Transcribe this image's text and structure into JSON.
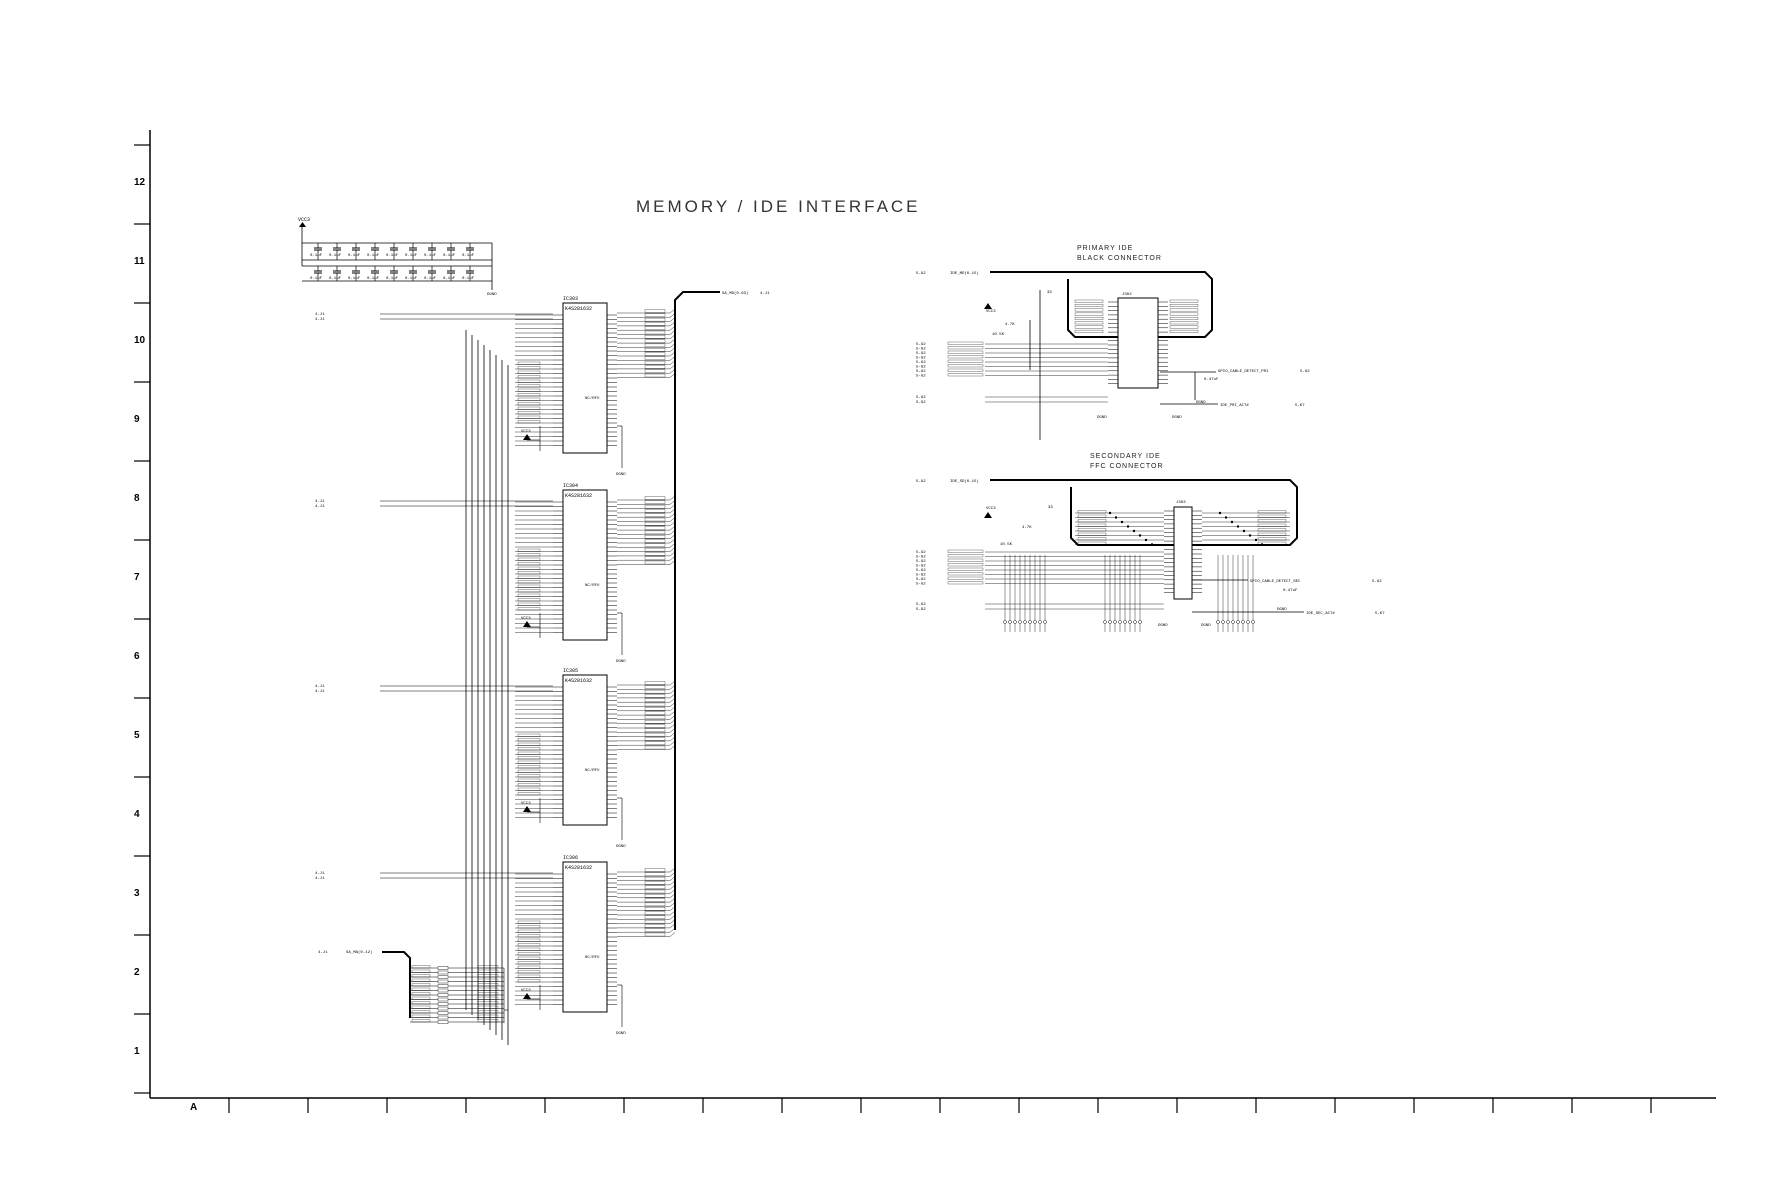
{
  "title": "MEMORY / IDE INTERFACE",
  "row_numbers": [
    "12",
    "11",
    "10",
    "9",
    "8",
    "7",
    "6",
    "5",
    "4",
    "3",
    "2",
    "1"
  ],
  "column_letters": [
    "A"
  ],
  "sections": {
    "primary": {
      "line1": "PRIMARY IDE",
      "line2": "BLACK CONNECTOR",
      "ref": "J302"
    },
    "secondary": {
      "line1": "SECONDARY IDE",
      "line2": "FFC CONNECTOR",
      "ref": "J303"
    }
  },
  "memory_chips": [
    {
      "ref": "IC303",
      "part": "K4S281632"
    },
    {
      "ref": "IC304",
      "part": "K4S281632"
    },
    {
      "ref": "IC305",
      "part": "K4S281632"
    },
    {
      "ref": "IC306",
      "part": "K4S281632"
    }
  ],
  "labels": {
    "vcc": "VCC3",
    "dgnd": "DGND",
    "cap_value": "0.1uF",
    "cap_047": "0.47uF",
    "sa_data_bus": "SA_MD(0-63)",
    "sa_addr_bus": "SA_MA(0-12)",
    "ide_data_bus": "IDE_MD(0-15)",
    "ide_data_bus_2": "IDE_SD(0-15)",
    "nc_pin": "NC/RFU",
    "r_10_5k": "10.5K",
    "r_4_7k": "4.7K",
    "r_33": "33",
    "cable_sel_pri": "GPIO_CABLE_DETECT_PRI",
    "cable_sel_sec": "GPIO_CABLE_DETECT_SEC",
    "ide_pri_act": "IDE_PRI_ACT#",
    "ide_sec_act": "IDE_SEC_ACT#",
    "ref_row_a": "4-J1",
    "ref_row_b": "5-G2",
    "ref_row_c": "5-K7"
  },
  "colors": {
    "line": "#000000",
    "background": "#ffffff",
    "title": "#333333"
  }
}
